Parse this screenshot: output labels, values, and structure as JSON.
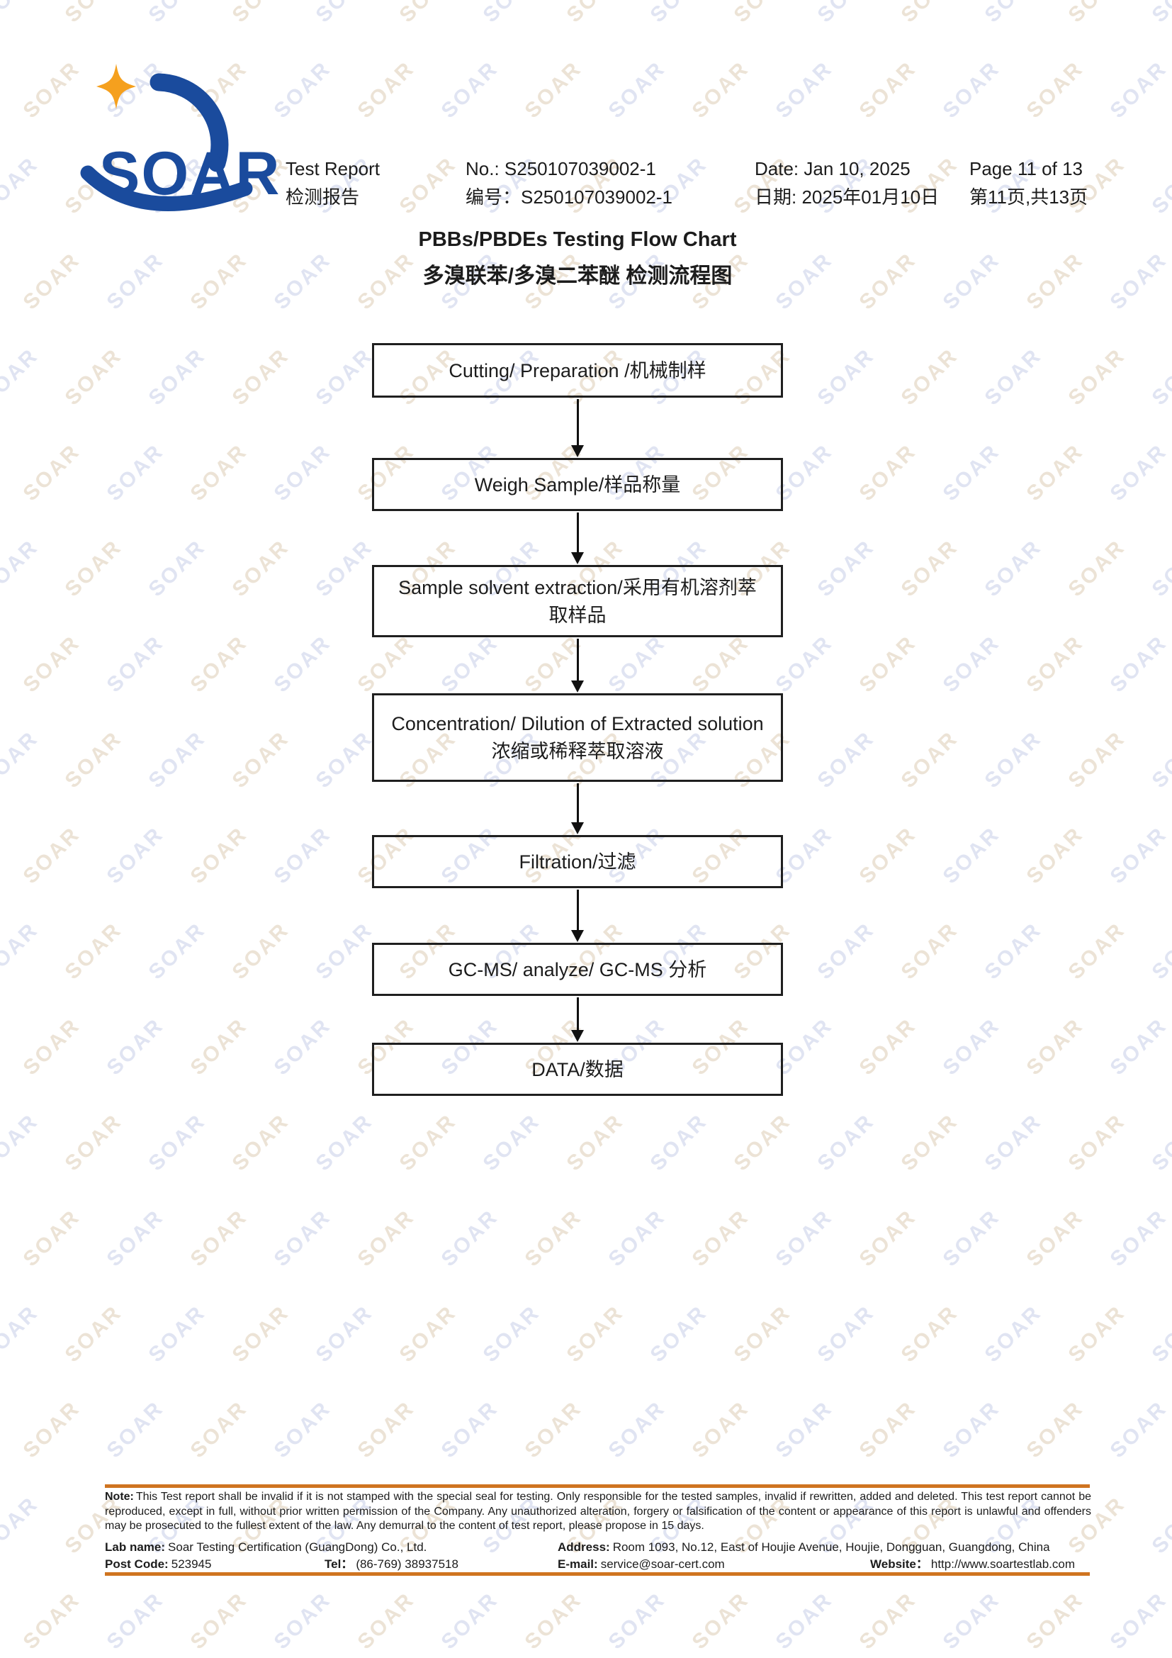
{
  "page": {
    "watermark_text": "SOAR"
  },
  "logo": {
    "brand": "SOAR"
  },
  "header": {
    "report_label_en": "Test Report",
    "report_label_zh": "检测报告",
    "report_no_en": "No.: S250107039002-1",
    "report_no_zh": "编号：S250107039002-1",
    "date_en": "Date: Jan 10, 2025",
    "date_zh": "日期: 2025年01月10日",
    "page_en": "Page 11 of 13",
    "page_zh": "第11页,共13页"
  },
  "title": {
    "en": "PBBs/PBDEs Testing Flow Chart",
    "zh": "多溴联苯/多溴二苯醚 检测流程图"
  },
  "flowchart": {
    "steps": [
      {
        "lines": [
          "Cutting/ Preparation /机械制样"
        ]
      },
      {
        "lines": [
          "Weigh Sample/样品称量"
        ]
      },
      {
        "lines": [
          "Sample solvent extraction/采用有机溶剂萃",
          "取样品"
        ]
      },
      {
        "lines": [
          "Concentration/ Dilution of Extracted solution",
          "浓缩或稀释萃取溶液"
        ]
      },
      {
        "lines": [
          "Filtration/过滤"
        ]
      },
      {
        "lines": [
          "GC-MS/ analyze/ GC-MS 分析"
        ]
      },
      {
        "lines": [
          "DATA/数据"
        ]
      }
    ]
  },
  "footer": {
    "note_label": "Note:",
    "note_text": "This Test report shall be invalid if it is not stamped with the special seal for testing. Only responsible for the tested samples, invalid if rewritten, added and deleted. This test report cannot be reproduced, except in full, without prior written permission of the Company.  Any unauthorized alteration, forgery or falsification of the content or appearance of this report is unlawful and offenders may be prosecuted to the fullest extent of the law. Any demurral to the content of test report, please propose in 15 days.",
    "lab_name_label": "Lab name:",
    "lab_name": "Soar Testing Certification (GuangDong) Co., Ltd.",
    "address_label": "Address:",
    "address": "Room 1093, No.12, East of Houjie Avenue, Houjie, Dongguan, Guangdong, China",
    "post_code_label": "Post Code:",
    "post_code": "523945",
    "tel_label": "Tel：",
    "tel": "(86-769) 38937518",
    "email_label": "E-mail:",
    "email": "service@soar-cert.com",
    "website_label": "Website：",
    "website": "http://www.soartestlab.com"
  },
  "colors": {
    "brand_blue": "#1a4b9d",
    "brand_orange": "#f5a01e",
    "rule_orange": "#cf7420",
    "watermark_cool": "#e0e4f2",
    "watermark_warm": "#ece3d6"
  }
}
